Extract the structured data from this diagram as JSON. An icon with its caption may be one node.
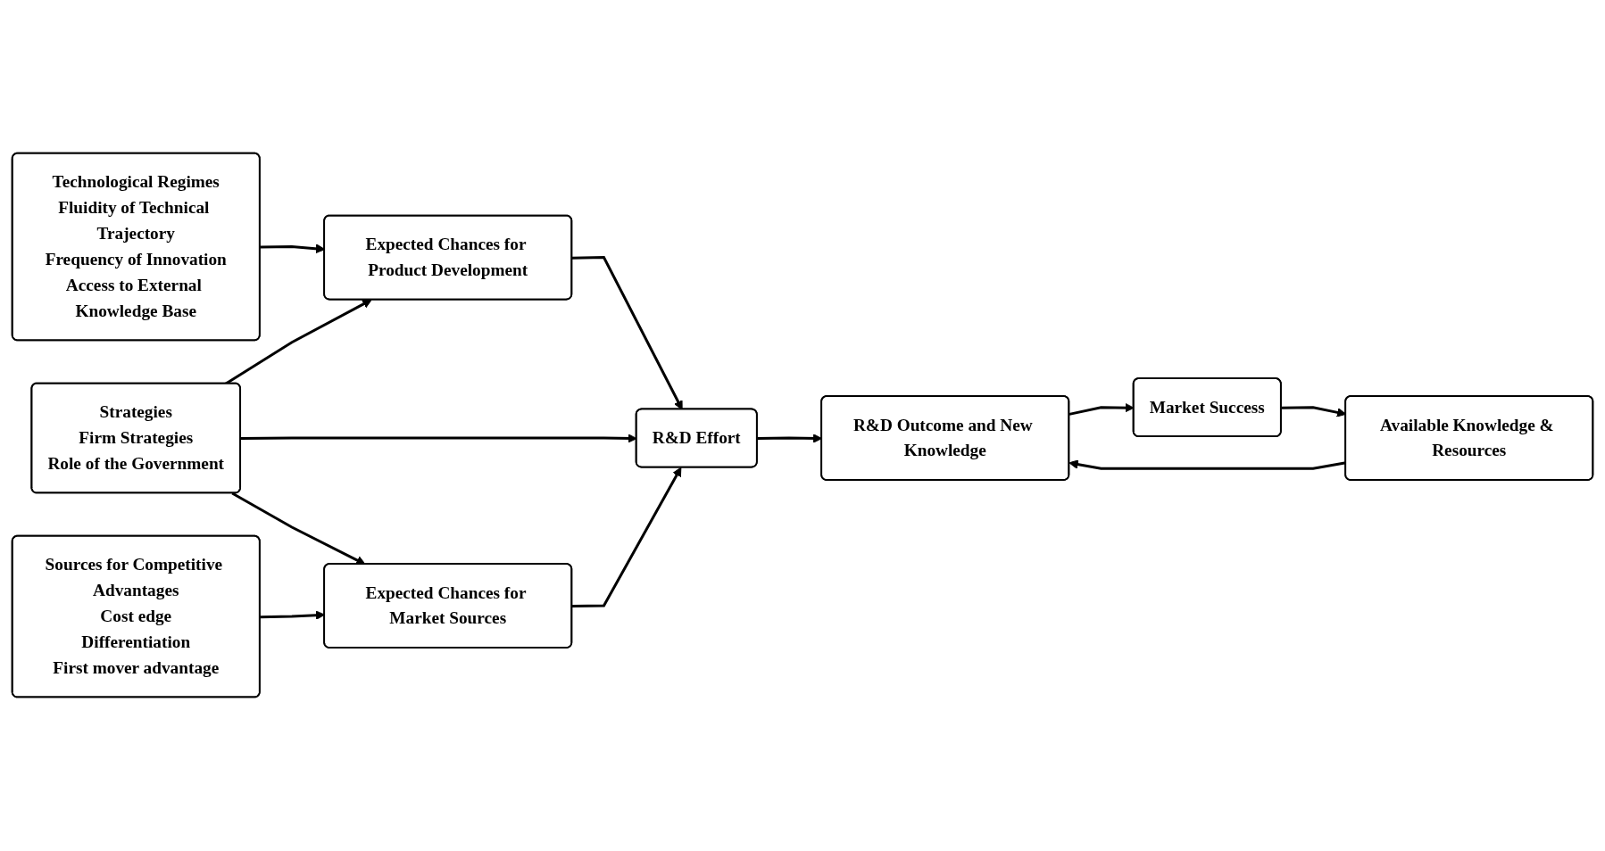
{
  "diagram": {
    "nodes": [
      {
        "text": [
          "Technological Regimes",
          "Fluidity of Technical Trajectory",
          "Frequency of Innovation",
          "Access to External Knowledge Base"
        ]
      },
      {
        "text": [
          "Expected Chances for Product Development"
        ]
      },
      {
        "text": [
          "Strategies",
          "Firm Strategies",
          "Role of the Government"
        ]
      },
      {
        "text": [
          "Sources for Competitive Advantages",
          "Cost edge",
          "Differentiation",
          "First mover advantage"
        ]
      },
      {
        "text": [
          "Expected Chances for Market Sources"
        ]
      },
      {
        "text": [
          "Available Knowledge & Resources"
        ]
      },
      {
        "text": [
          "R&D Effort"
        ]
      },
      {
        "text": [
          "R&D Outcome and New Knowledge"
        ]
      },
      {
        "text": [
          "Market Success"
        ]
      }
    ],
    "edges": [
      {
        "from": 0,
        "to": 1,
        "arrow": "to"
      },
      {
        "from": 2,
        "to": 1,
        "arrow": "to"
      },
      {
        "from": 2,
        "to": 4,
        "arrow": "to"
      },
      {
        "from": 3,
        "to": 4,
        "arrow": "to"
      },
      {
        "from": 1,
        "to": 6,
        "arrow": "to"
      },
      {
        "from": 2,
        "to": 6,
        "arrow": "to"
      },
      {
        "from": 4,
        "to": 6,
        "arrow": "to"
      },
      {
        "from": 6,
        "to": 7,
        "arrow": "to"
      },
      {
        "from": 5,
        "to": 7,
        "arrow": "to"
      },
      {
        "from": 7,
        "to": 8,
        "arrow": "to"
      },
      {
        "from": 8,
        "to": 5,
        "arrow": "to"
      }
    ]
  }
}
